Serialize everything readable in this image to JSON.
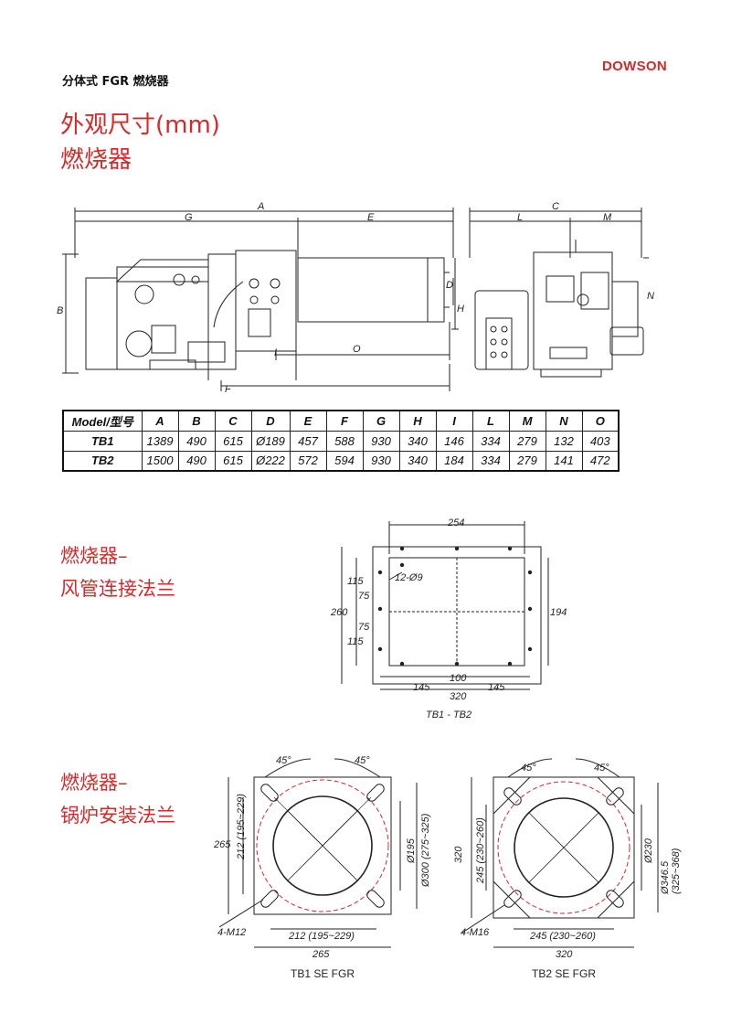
{
  "header": {
    "title": "分体式 FGR 燃烧器",
    "brand": "DOWSON"
  },
  "main_title": {
    "line1": "外观尺寸(mm)",
    "line2": "燃烧器"
  },
  "dimension_labels": {
    "A": "A",
    "B": "B",
    "C": "C",
    "D": "D",
    "E": "E",
    "F": "F",
    "G": "G",
    "H": "H",
    "I": "I",
    "L": "L",
    "M": "M",
    "N": "N",
    "O": "O"
  },
  "table": {
    "header": [
      "Model/型号",
      "A",
      "B",
      "C",
      "D",
      "E",
      "F",
      "G",
      "H",
      "I",
      "L",
      "M",
      "N",
      "O"
    ],
    "rows": [
      [
        "TB1",
        "1389",
        "490",
        "615",
        "Ø189",
        "457",
        "588",
        "930",
        "340",
        "146",
        "334",
        "279",
        "132",
        "403"
      ],
      [
        "TB2",
        "1500",
        "490",
        "615",
        "Ø222",
        "572",
        "594",
        "930",
        "340",
        "184",
        "334",
        "279",
        "141",
        "472"
      ]
    ]
  },
  "air_flange": {
    "label_line1": "燃烧器–",
    "label_line2": "风管连接法兰",
    "dims": {
      "top": "254",
      "hole_note": "12-Ø9",
      "left_total": "260",
      "left_a": "115",
      "left_b": "75",
      "left_c": "75",
      "left_d": "115",
      "right": "194",
      "bottom_mid": "100",
      "bottom_left": "145",
      "bottom_right": "145",
      "bottom_total": "320"
    },
    "caption": "TB1 - TB2"
  },
  "boiler_flange": {
    "label_line1": "燃烧器–",
    "label_line2": "锅炉安装法兰",
    "tb1": {
      "angle_left": "45°",
      "angle_right": "45°",
      "height": "265",
      "slot_v": "212 (195~229)",
      "bore": "Ø195",
      "pcd": "Ø300 (275~325)",
      "bolt": "4-M12",
      "slot_h": "212 (195~229)",
      "width": "265",
      "caption": "TB1 SE FGR"
    },
    "tb2": {
      "angle_left": "45°",
      "angle_right": "45°",
      "height": "320",
      "slot_v": "245 (230~260)",
      "bore": "Ø230",
      "pcd": "Ø346.5 (325~368)",
      "bolt": "4-M16",
      "slot_h": "245 (230~260)",
      "width": "320",
      "caption": "TB2 SE FGR"
    }
  },
  "colors": {
    "accent": "#d42a2a",
    "line": "#222222",
    "pcd": "#d42a2a"
  }
}
